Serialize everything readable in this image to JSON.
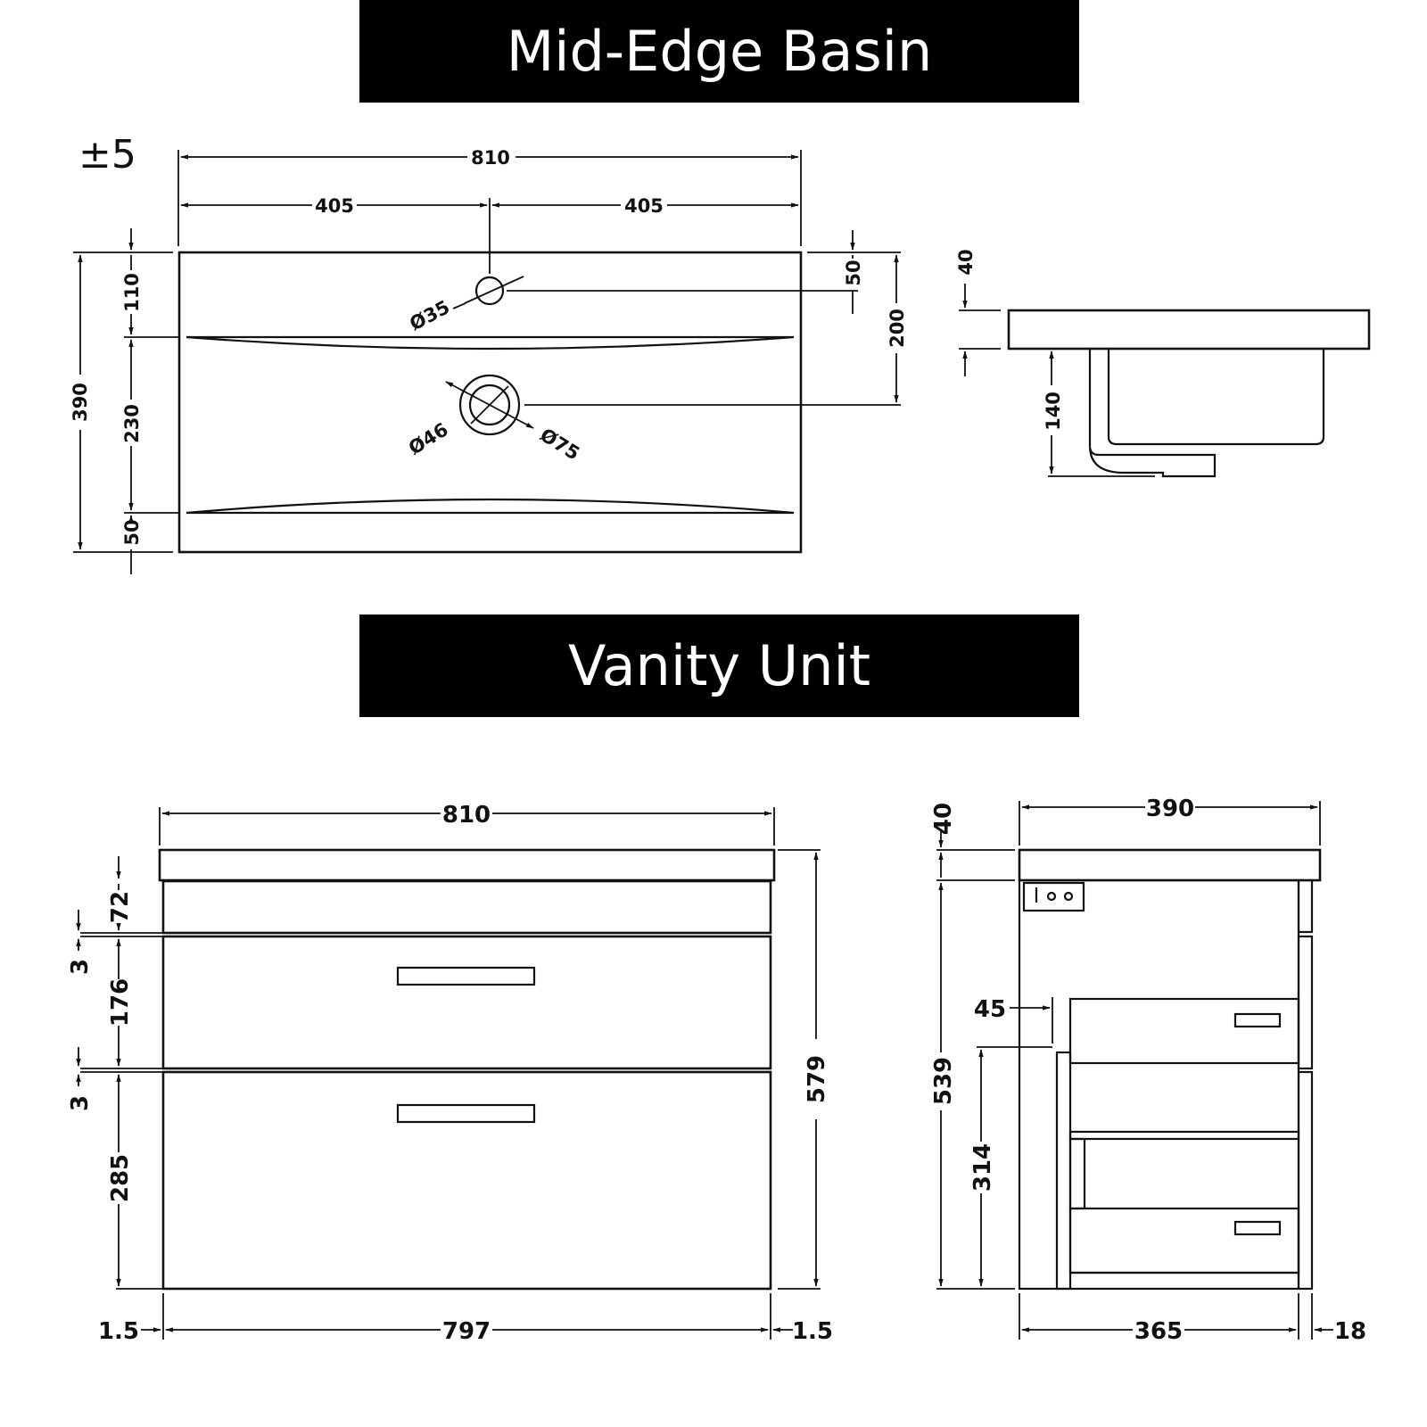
{
  "banners": {
    "basin": "Mid-Edge Basin",
    "vanity": "Vanity Unit"
  },
  "tolerance": "±5",
  "basin_plan": {
    "width": "810",
    "half_left": "405",
    "half_right": "405",
    "depth": "390",
    "d_tap": "110",
    "d_mid": "230",
    "d_front": "50",
    "tap_offset": "50",
    "waste_offset": "200",
    "tap_hole": "Ø35",
    "waste_inner": "Ø46",
    "waste_outer": "Ø75"
  },
  "basin_side": {
    "top_thickness": "40",
    "bowl_depth": "140"
  },
  "vanity_front": {
    "width": "810",
    "height": "579",
    "rail": "72",
    "gap1": "3",
    "drawer1": "176",
    "gap2": "3",
    "drawer2": "285",
    "inner_width": "797",
    "side_left": "1.5",
    "side_right": "1.5"
  },
  "vanity_side": {
    "depth": "390",
    "top": "40",
    "height": "539",
    "offset": "45",
    "inner": "314",
    "body_depth": "365",
    "front": "18"
  }
}
